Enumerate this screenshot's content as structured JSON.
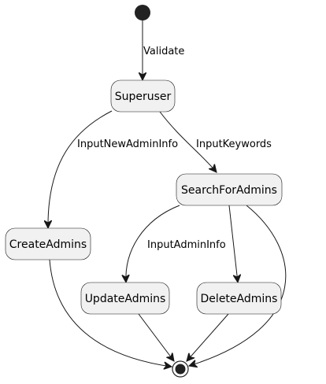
{
  "colors": {
    "state_fill": "#f1f1f1",
    "stroke": "#181818",
    "pseudo_state": "#222222"
  },
  "states": {
    "superuser": "Superuser",
    "search_for_admins": "SearchForAdmins",
    "create_admins": "CreateAdmins",
    "update_admins": "UpdateAdmins",
    "delete_admins": "DeleteAdmins"
  },
  "transitions": {
    "validate": "Validate",
    "input_new_admin_info": "InputNewAdminInfo",
    "input_keywords": "InputKeywords",
    "input_admin_info": "InputAdminInfo"
  }
}
